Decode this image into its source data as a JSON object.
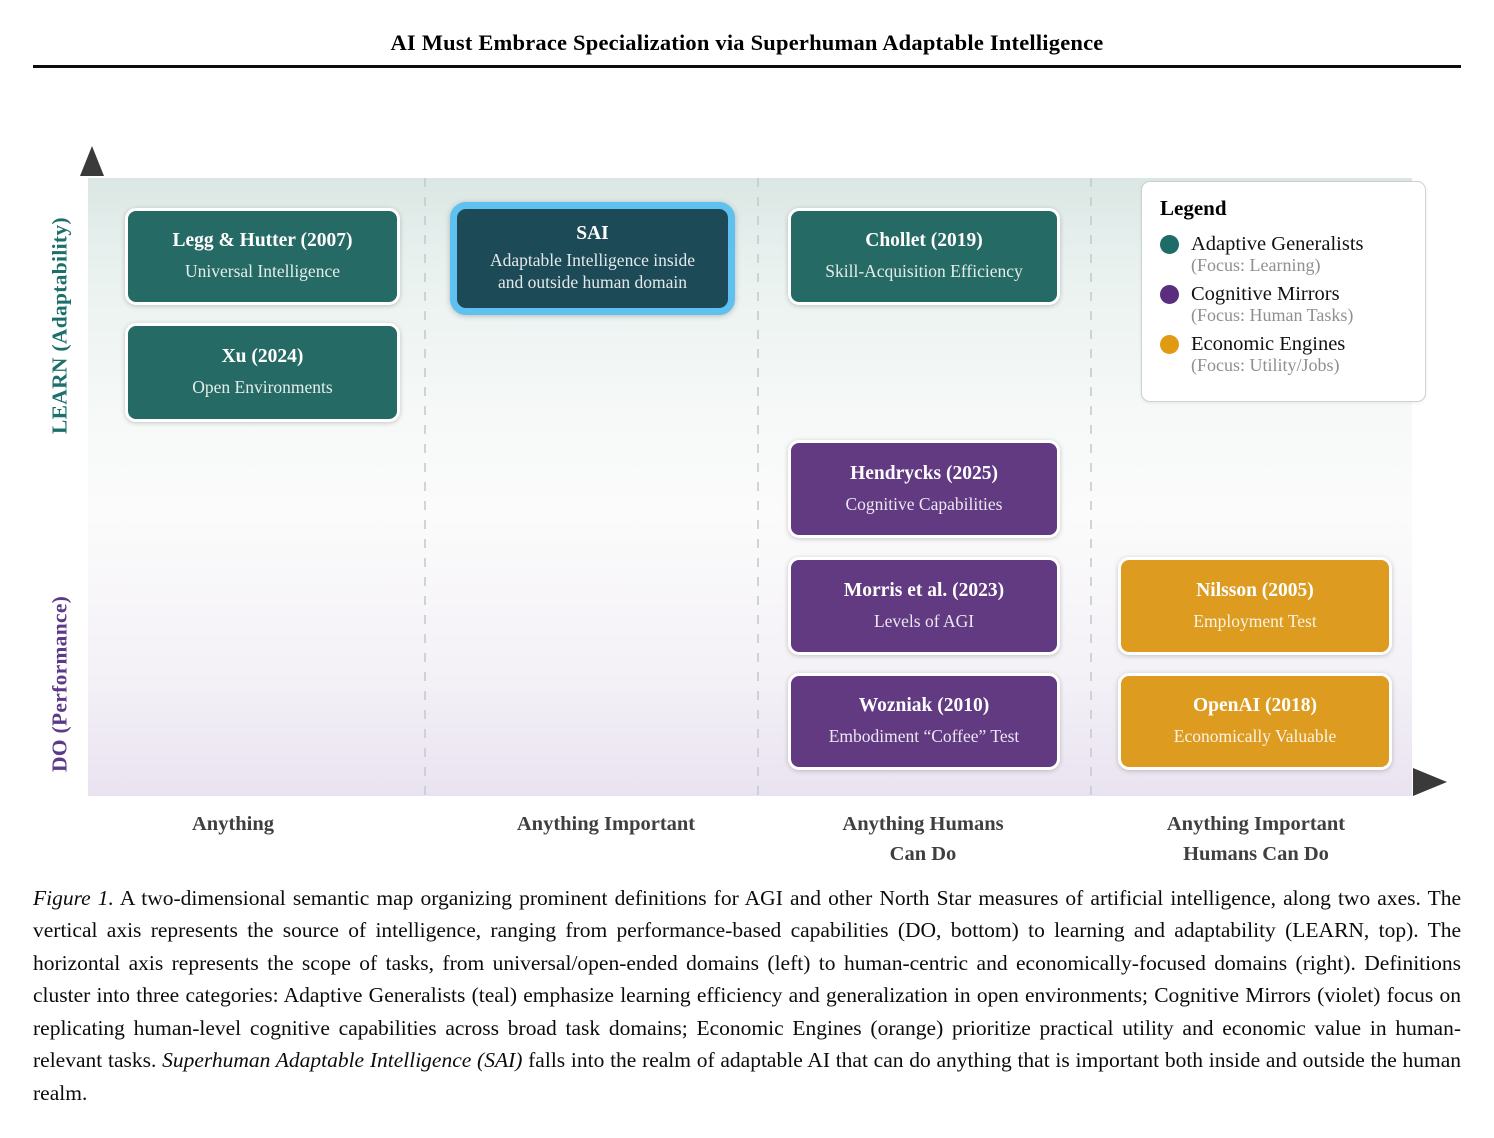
{
  "title": "AI Must Embrace Specialization via Superhuman Adaptable Intelligence",
  "figure": {
    "y_axis": {
      "top_label": "LEARN (Adaptability)",
      "bottom_label": "DO (Performance)"
    },
    "x_axis": {
      "categories": [
        "Anything",
        "Anything Important",
        "Anything Humans\nCan Do",
        "Anything Important\nHumans Can Do"
      ]
    },
    "boxes": [
      {
        "title": "Legg & Hutter (2007)",
        "subtitle": "Universal Intelligence",
        "category": "Adaptive Generalists"
      },
      {
        "title": "Xu (2024)",
        "subtitle": "Open Environments",
        "category": "Adaptive Generalists"
      },
      {
        "title": "SAI",
        "subtitle": "Adaptable Intelligence inside\nand outside human domain",
        "category": "Adaptive Generalists (highlighted)"
      },
      {
        "title": "Chollet (2019)",
        "subtitle": "Skill-Acquisition Efficiency",
        "category": "Adaptive Generalists"
      },
      {
        "title": "Hendrycks (2025)",
        "subtitle": "Cognitive Capabilities",
        "category": "Cognitive Mirrors"
      },
      {
        "title": "Morris et al. (2023)",
        "subtitle": "Levels of AGI",
        "category": "Cognitive Mirrors"
      },
      {
        "title": "Wozniak (2010)",
        "subtitle": "Embodiment “Coffee” Test",
        "category": "Cognitive Mirrors"
      },
      {
        "title": "Nilsson (2005)",
        "subtitle": "Employment Test",
        "category": "Economic Engines"
      },
      {
        "title": "OpenAI (2018)",
        "subtitle": "Economically Valuable",
        "category": "Economic Engines"
      }
    ],
    "legend": {
      "title": "Legend",
      "items": [
        {
          "label": "Adaptive Generalists",
          "focus": "(Focus: Learning)",
          "color": "#1f6b68"
        },
        {
          "label": "Cognitive Mirrors",
          "focus": "(Focus: Human Tasks)",
          "color": "#5b2d7e"
        },
        {
          "label": "Economic Engines",
          "focus": "(Focus: Utility/Jobs)",
          "color": "#e09b13"
        }
      ]
    },
    "colors": {
      "teal": "#266a65",
      "violet": "#613a82",
      "orange": "#dd9c20",
      "sai_fill": "#1d4a57",
      "sai_border": "#5ec1ef",
      "learn_label": "#1d6f6a",
      "do_label": "#5c3a87"
    }
  },
  "caption": {
    "figure_label": "Figure 1.",
    "part1": "  A two-dimensional semantic map organizing prominent definitions for AGI and other North Star measures of artificial intelligence, along two axes. The vertical axis represents the source of intelligence, ranging from performance-based capabilities (DO, bottom) to learning and adaptability (LEARN, top). The horizontal axis represents the scope of tasks, from universal/open-ended domains (left) to human-centric and economically-focused domains (right). Definitions cluster into three categories: Adaptive Generalists (teal) emphasize learning efficiency and generalization in open environments; Cognitive Mirrors (violet) focus on replicating human-level cognitive capabilities across broad task domains; Economic Engines (orange) prioritize practical utility and economic value in human-relevant tasks. ",
    "sai_italic": "Superhuman Adaptable Intelligence (SAI)",
    "part2": " falls into the realm of adaptable AI that can do anything that is important both inside and outside the human realm."
  }
}
